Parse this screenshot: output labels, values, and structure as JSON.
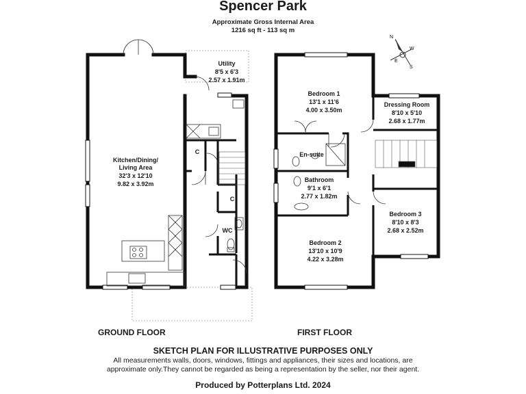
{
  "header": {
    "title": "Spencer Park",
    "area_label": "Approximate Gross Internal Area",
    "area_value": "1216 sq ft - 113 sq m"
  },
  "compass": {
    "n": "N",
    "w": "W",
    "e": "E",
    "s": "S"
  },
  "ground_floor": {
    "label": "GROUND FLOOR",
    "rooms": {
      "kitchen": {
        "name1": "Kitchen/Dining/",
        "name2": "Living Area",
        "imperial": "32'3 x 12'10",
        "metric": "9.82 x 3.92m"
      },
      "utility": {
        "name": "Utility",
        "imperial": "8'5 x 6'3",
        "metric": "2.57 x 1.91m"
      },
      "cupboard1": "C",
      "cupboard2": "C",
      "wc": "WC"
    }
  },
  "first_floor": {
    "label": "FIRST FLOOR",
    "rooms": {
      "bedroom1": {
        "name": "Bedroom 1",
        "imperial": "13'1 x 11'6",
        "metric": "4.00 x 3.50m"
      },
      "dressing": {
        "name": "Dressing Room",
        "imperial": "8'10 x 5'10",
        "metric": "2.68 x 1.77m"
      },
      "ensuite": {
        "name": "En-suite"
      },
      "bathroom": {
        "name": "Bathroom",
        "imperial": "9'1 x 6'1",
        "metric": "2.77 x 1.82m"
      },
      "bedroom2": {
        "name": "Bedroom 2",
        "imperial": "13'10 x 10'9",
        "metric": "4.22 x 3.28m"
      },
      "bedroom3": {
        "name": "Bedroom 3",
        "imperial": "8'10 x 8'3",
        "metric": "2.68 x 2.52m"
      }
    }
  },
  "footer": {
    "heading": "SKETCH PLAN FOR ILLUSTRATIVE PURPOSES ONLY",
    "disclaimer": "All measurements walls, doors, windows, fittings and appliances, their sizes and locations, are approximate only.They cannot be regarded as being a representation by the seller, nor their agent.",
    "credit": "Produced by Potterplans Ltd. 2024"
  }
}
